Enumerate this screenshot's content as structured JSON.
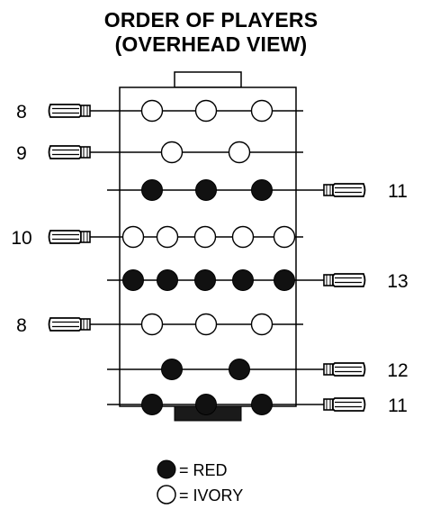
{
  "title": {
    "line1": "ORDER OF PLAYERS",
    "line2": "(OVERHEAD VIEW)"
  },
  "colors": {
    "red_fill": "#111111",
    "ivory_fill": "#ffffff",
    "outline": "#000000"
  },
  "rods": [
    {
      "label": "8",
      "side": "left",
      "team": "ivory",
      "players": 3
    },
    {
      "label": "9",
      "side": "left",
      "team": "ivory",
      "players": 2
    },
    {
      "label": "11",
      "side": "right",
      "team": "red",
      "players": 3
    },
    {
      "label": "10",
      "side": "left",
      "team": "ivory",
      "players": 5
    },
    {
      "label": "13",
      "side": "right",
      "team": "red",
      "players": 5
    },
    {
      "label": "8",
      "side": "left",
      "team": "ivory",
      "players": 3
    },
    {
      "label": "12",
      "side": "right",
      "team": "red",
      "players": 2
    },
    {
      "label": "11",
      "side": "right",
      "team": "red",
      "players": 3
    }
  ],
  "legend": {
    "red_label": "= RED",
    "ivory_label": "= IVORY"
  }
}
